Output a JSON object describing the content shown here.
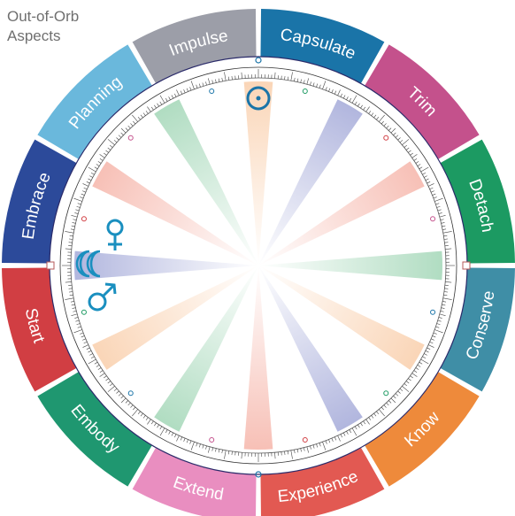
{
  "title": {
    "line1": "Out-of-Orb",
    "line2": "Aspects"
  },
  "segments": [
    {
      "label": "Capsulate",
      "color": "#1a74a8"
    },
    {
      "label": "Trim",
      "color": "#c4518c"
    },
    {
      "label": "Detach",
      "color": "#1c9a62"
    },
    {
      "label": "Conserve",
      "color": "#3f8ea6"
    },
    {
      "label": "Know",
      "color": "#ee8a3b"
    },
    {
      "label": "Experience",
      "color": "#e25952"
    },
    {
      "label": "Extend",
      "color": "#e98ec0"
    },
    {
      "label": "Embody",
      "color": "#1f9770"
    },
    {
      "label": "Start",
      "color": "#d13e43"
    },
    {
      "label": "Embrace",
      "color": "#2c4a9a"
    },
    {
      "label": "Planning",
      "color": "#6ab8dc"
    },
    {
      "label": "Impulse",
      "color": "#9c9ea8"
    }
  ],
  "planets": [
    {
      "name": "Sun",
      "glyph": "sun-glyph",
      "color": "#1a74a8"
    },
    {
      "name": "Venus",
      "glyph": "venus-glyph",
      "color": "#1a8fbf"
    },
    {
      "name": "Moon",
      "glyph": "moon-glyph",
      "color": "#1a8fbf"
    },
    {
      "name": "Mars",
      "glyph": "mars-glyph",
      "color": "#1a8fbf"
    }
  ],
  "aspect_colors": {
    "blue": "#6f78c2",
    "red": "#f08a78",
    "green": "#6dbf8d",
    "orange": "#f6b27a"
  }
}
